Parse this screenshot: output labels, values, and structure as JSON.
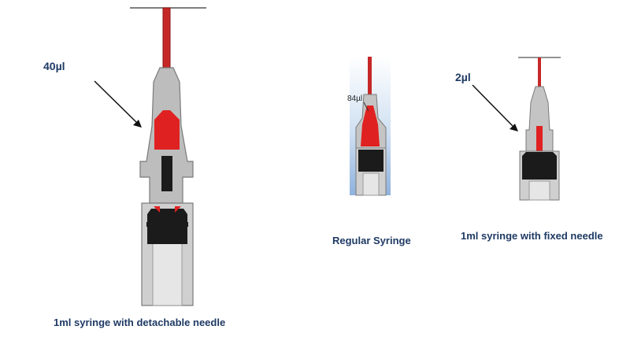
{
  "labels": {
    "left_volume": "40µl",
    "middle_volume": "84µl",
    "right_volume": "2µl",
    "left_caption": "1ml syringe with detachable needle",
    "middle_caption": "Regular Syringe",
    "right_caption": "1ml syringe with fixed needle"
  },
  "colors": {
    "fluid_red": "#e02121",
    "barrel_grey": "#bdbdbd",
    "plunger_black": "#1b1b1b",
    "text_navy": "#1f3a64"
  }
}
